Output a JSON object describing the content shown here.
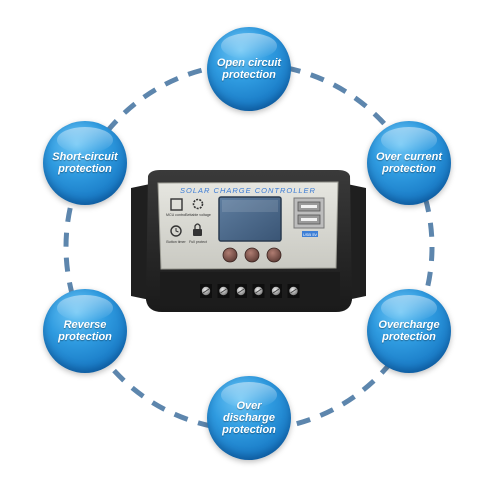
{
  "features": [
    {
      "id": "open-circuit",
      "label": "Open circuit\nprotection"
    },
    {
      "id": "over-current",
      "label": "Over current\nprotection"
    },
    {
      "id": "overcharge",
      "label": "Overcharge\nprotection"
    },
    {
      "id": "over-discharge",
      "label": "Over\ndischarge\nprotection"
    },
    {
      "id": "reverse",
      "label": "Reverse\nprotection"
    },
    {
      "id": "short-circuit",
      "label": "Short-circuit\nprotection"
    }
  ],
  "device": {
    "panel_title": "SOLAR CHARGE CONTROLLER",
    "icon_labels": [
      "MCU control",
      "Settable voltage",
      "Button timer",
      "Full protect"
    ],
    "usb_badge": "USB 5V"
  },
  "colors": {
    "bubble": "#1f86cf",
    "dash_ring": "#5d86ad",
    "device_body": "#2b2b2b",
    "panel_face": "#dcdcd6",
    "title_text": "#3a7bd5"
  }
}
